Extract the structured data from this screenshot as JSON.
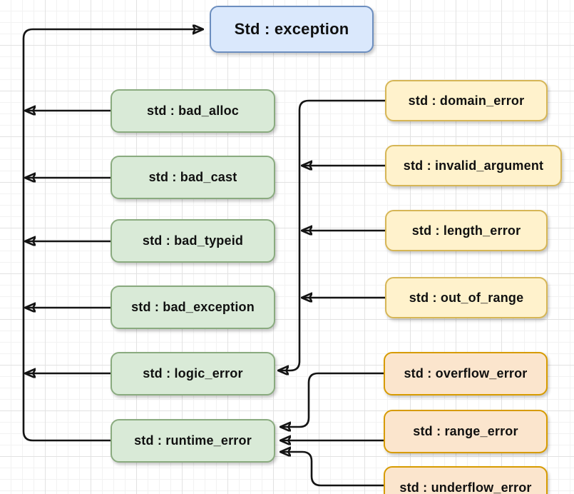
{
  "diagram": {
    "root": {
      "label": "Std : exception"
    },
    "exception_children": [
      {
        "label": "std : bad_alloc"
      },
      {
        "label": "std : bad_cast"
      },
      {
        "label": "std : bad_typeid"
      },
      {
        "label": "std : bad_exception"
      },
      {
        "label": "std : logic_error"
      },
      {
        "label": "std : runtime_error"
      }
    ],
    "logic_error_children": [
      {
        "label": "std : domain_error"
      },
      {
        "label": "std : invalid_argument"
      },
      {
        "label": "std : length_error"
      },
      {
        "label": "std : out_of_range"
      }
    ],
    "runtime_error_children": [
      {
        "label": "std : overflow_error"
      },
      {
        "label": "std : range_error"
      },
      {
        "label": "std : underflow_error"
      }
    ]
  },
  "colors": {
    "root_fill": "#dae8fc",
    "root_border": "#6c8ebf",
    "green_fill": "#d9ead7",
    "green_border": "#8aab7f",
    "yellow_fill": "#fff2cc",
    "yellow_border": "#d6b656",
    "orange_fill": "#fbe5cd",
    "orange_border": "#d79b00",
    "connector": "#141414"
  }
}
